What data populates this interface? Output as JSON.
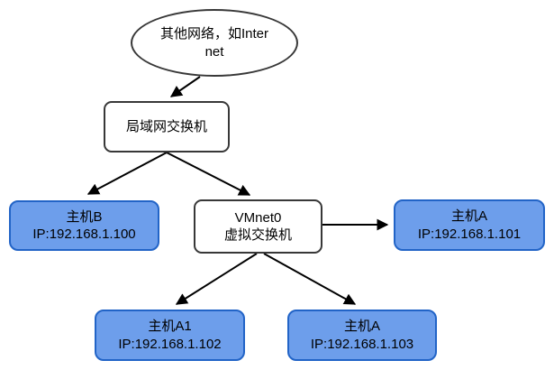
{
  "diagram": {
    "nodes": {
      "internet": {
        "type": "ellipse",
        "line1": "其他网络，如Inter",
        "line2": "net"
      },
      "lan_switch": {
        "type": "rounded-rect",
        "line1": "局域网交换机"
      },
      "vmnet0": {
        "type": "rounded-rect",
        "line1": "VMnet0",
        "line2": "虚拟交换机"
      },
      "host_b": {
        "type": "host-box",
        "line1": "主机B",
        "line2": "IP:192.168.1.100"
      },
      "host_a_right": {
        "type": "host-box",
        "line1": "主机A",
        "line2": "IP:192.168.1.101"
      },
      "host_a1": {
        "type": "host-box",
        "line1": "主机A1",
        "line2": "IP:192.168.1.102"
      },
      "host_a_bottom": {
        "type": "host-box",
        "line1": "主机A",
        "line2": "IP:192.168.1.103"
      }
    },
    "edges": [
      {
        "from": "internet",
        "to": "lan_switch"
      },
      {
        "from": "lan_switch",
        "to": "host_b"
      },
      {
        "from": "lan_switch",
        "to": "vmnet0"
      },
      {
        "from": "vmnet0",
        "to": "host_a_right"
      },
      {
        "from": "vmnet0",
        "to": "host_a1"
      },
      {
        "from": "vmnet0",
        "to": "host_a_bottom"
      }
    ],
    "colors": {
      "host_fill": "#6D9EEB",
      "host_border": "#2264C7",
      "switch_fill": "#FFFFFF",
      "switch_border": "#383838",
      "arrow": "#000000",
      "background": "#FFFFFF"
    }
  }
}
